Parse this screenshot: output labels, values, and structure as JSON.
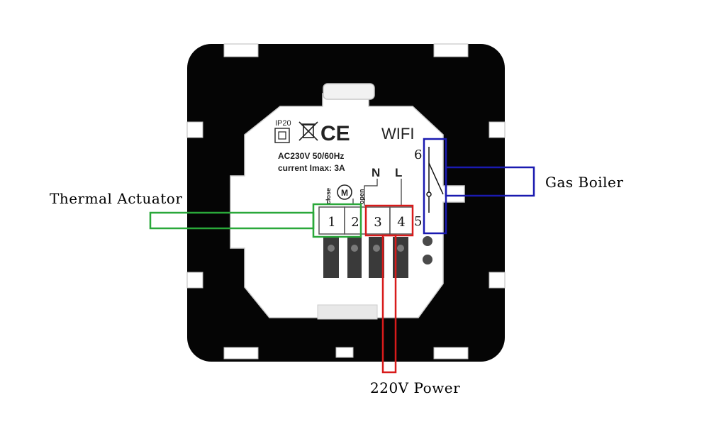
{
  "device": {
    "rating": "IP20",
    "ce_mark": "CE",
    "wifi": "WIFI",
    "voltage": "AC230V 50/60Hz",
    "current": "current Imax:  3A",
    "neutral": "N",
    "live": "L",
    "valve_close": "close",
    "valve_open": "open",
    "motor_symbol": "M",
    "terminals": [
      "1",
      "2",
      "3",
      "4"
    ],
    "relay_top": "6",
    "relay_bottom": "5"
  },
  "labels": {
    "thermal_actuator": "Thermal Actuator",
    "gas_boiler": "Gas Boiler",
    "power": "220V Power"
  },
  "colors": {
    "plate": "#050505",
    "housing": "#ffffff",
    "actuator_box": "#2aa83a",
    "power_box": "#d81b1b",
    "boiler_box": "#1a1ab0"
  },
  "icons": [
    "weee-bin-icon",
    "square-ip-icon",
    "motor-icon",
    "relay-switch-icon"
  ]
}
